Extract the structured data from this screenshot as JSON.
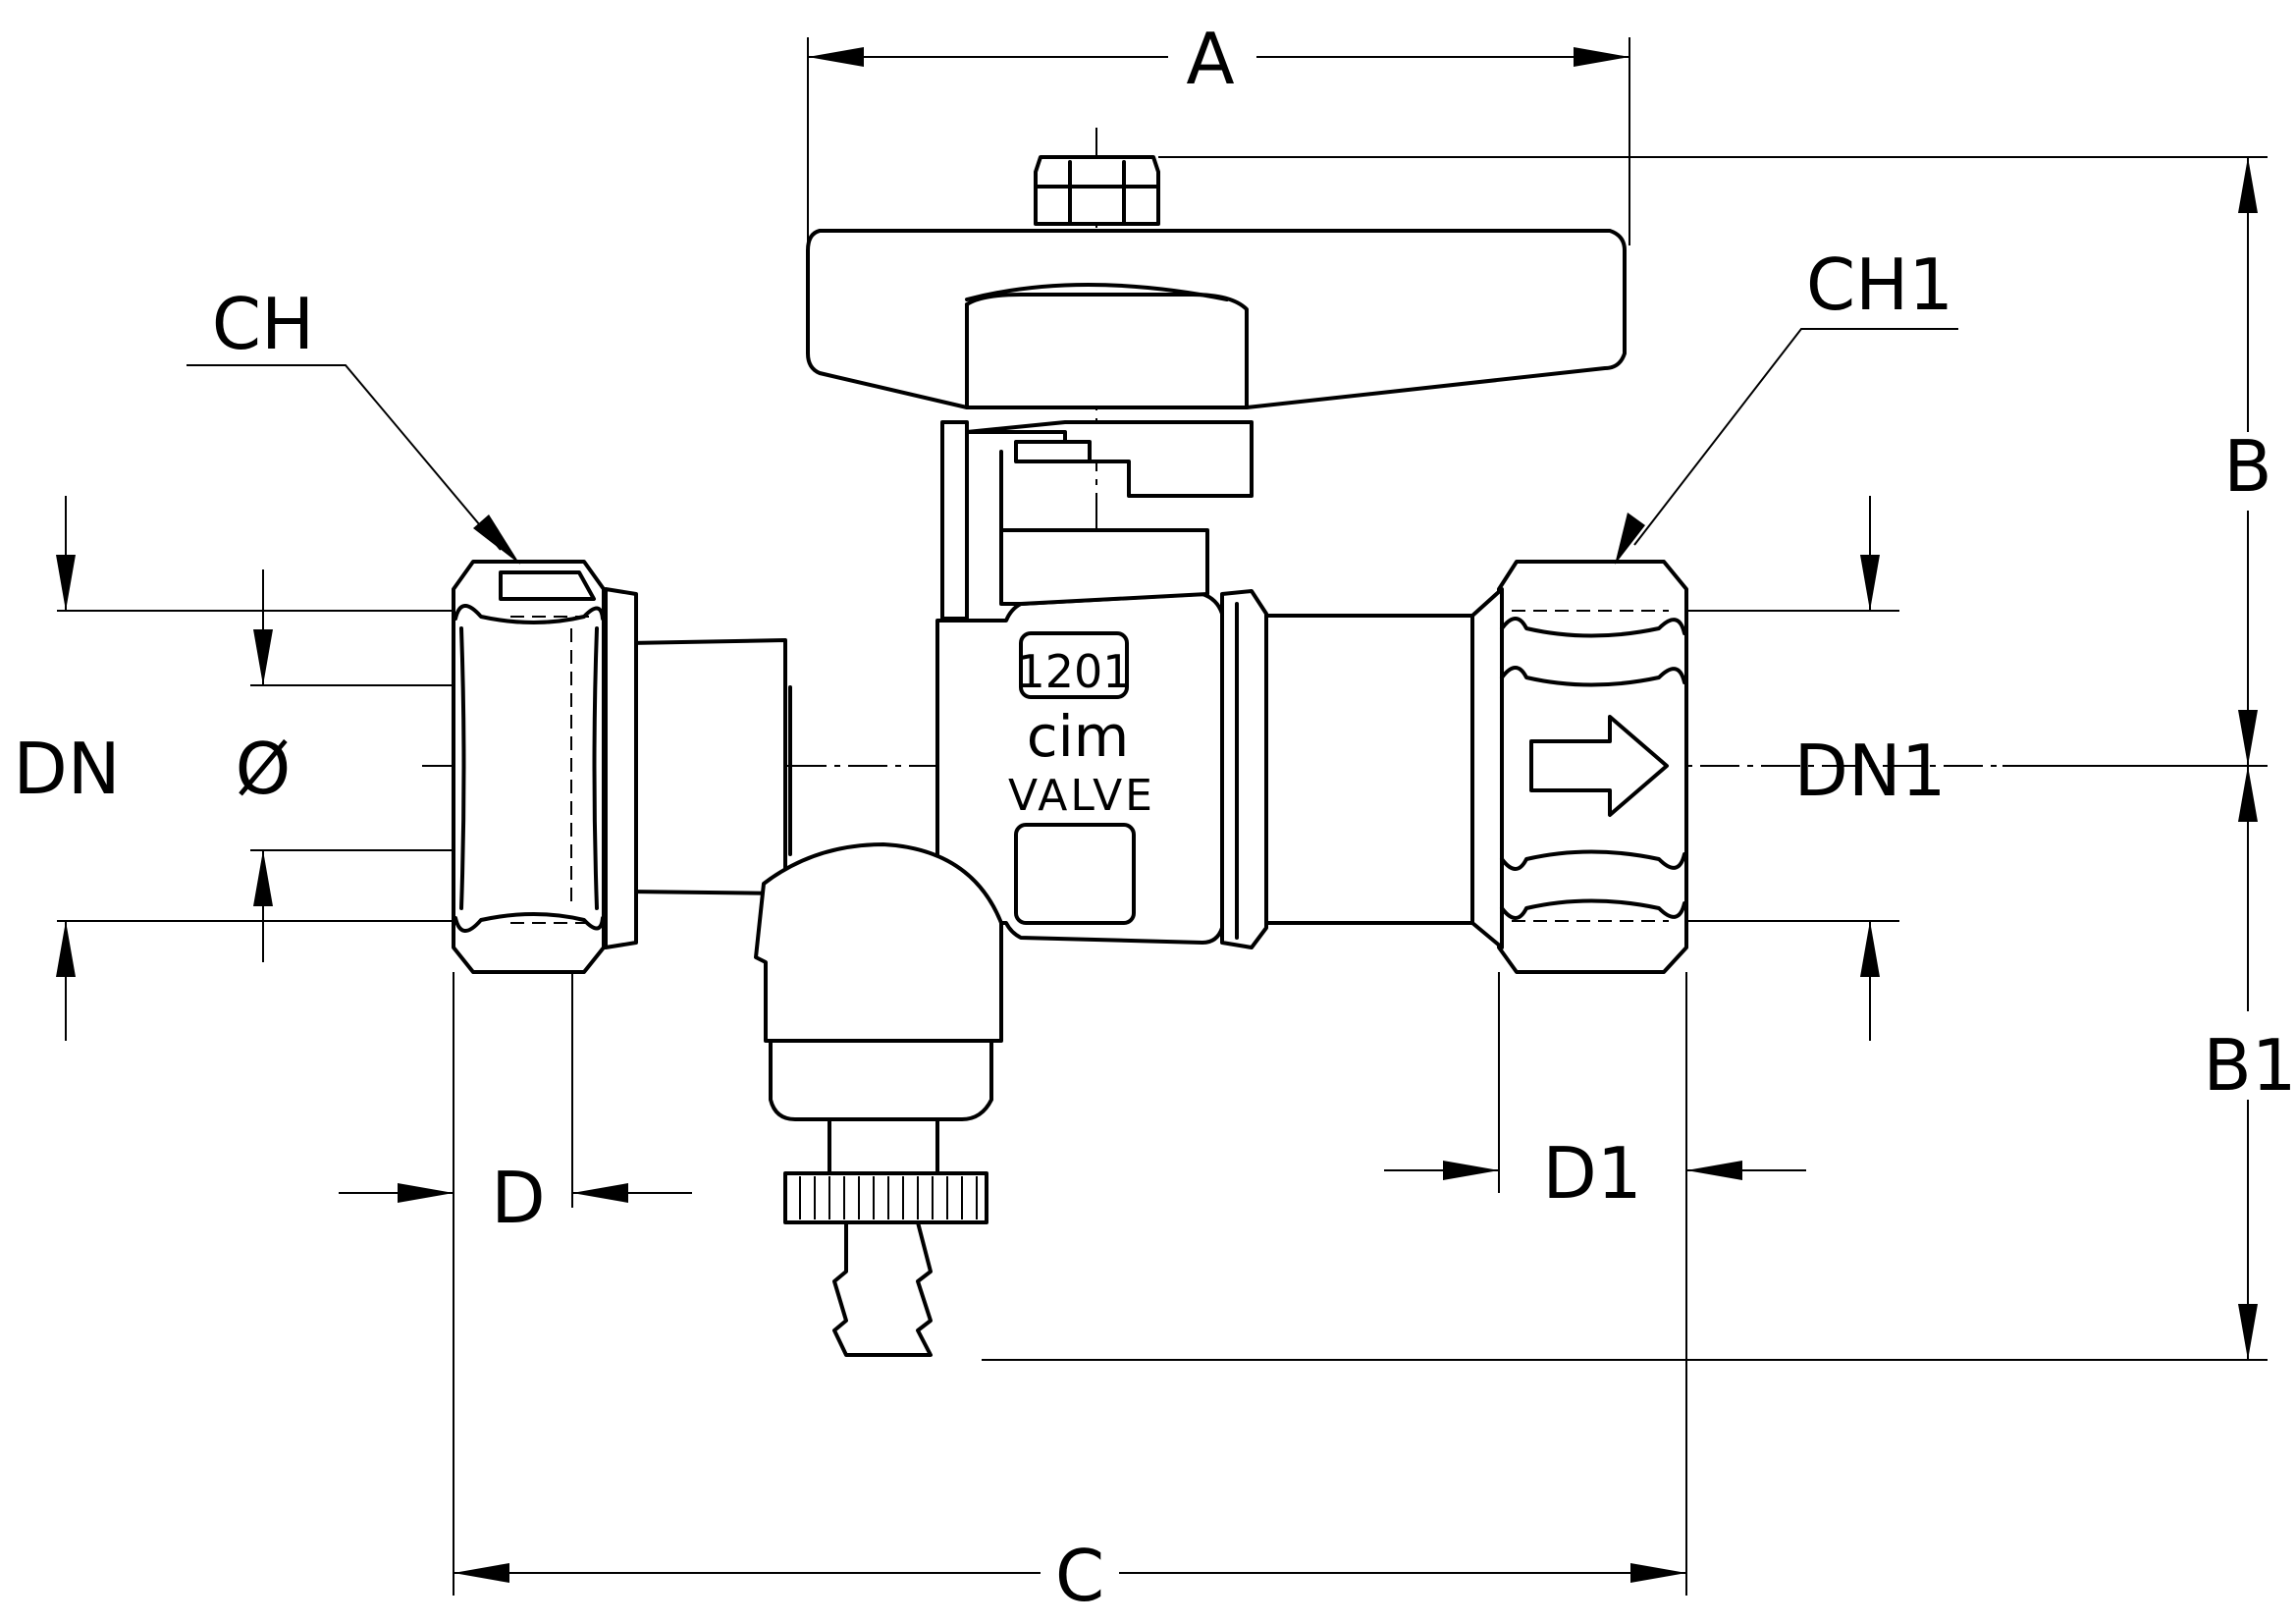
{
  "dimension_labels": {
    "A": "A",
    "B": "B",
    "B1": "B1",
    "C": "C",
    "CH": "CH",
    "CH1": "CH1",
    "DN": "DN",
    "DN1": "DN1",
    "D": "D",
    "D1": "D1",
    "diameter": "Ø"
  },
  "body_markings": {
    "model": "1201",
    "brand": "cim",
    "brand_sub": "VALVE"
  },
  "icons": {
    "flow_direction": "right-arrow-icon"
  }
}
